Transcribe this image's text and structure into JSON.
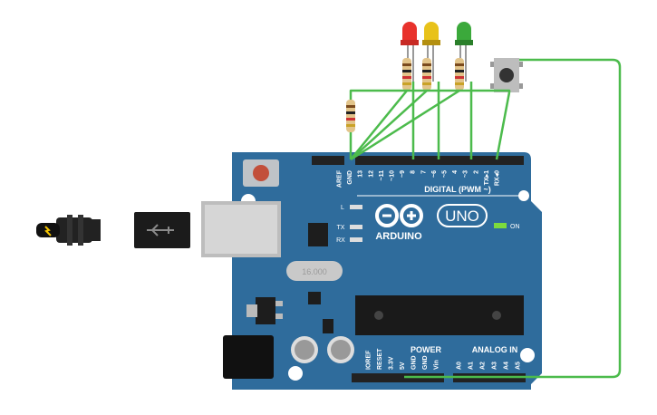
{
  "board": {
    "brand": "ARDUINO",
    "model": "UNO",
    "digital_label": "DIGITAL (PWM ~)",
    "power_label": "POWER",
    "analog_label": "ANALOG IN",
    "on_label": "ON",
    "led_l": "L",
    "led_tx": "TX",
    "led_rx": "RX",
    "crystal_label": "16.000",
    "digital_pins": [
      "AREF",
      "GND",
      "13",
      "12",
      "~11",
      "~10",
      "~9",
      "8",
      "7",
      "~6",
      "~5",
      "4",
      "~3",
      "2",
      "TX▸1",
      "RX◂0"
    ],
    "power_pins": [
      "IOREF",
      "RESET",
      "3.3V",
      "5V",
      "GND",
      "GND",
      "Vin"
    ],
    "analog_pins": [
      "A0",
      "A1",
      "A2",
      "A3",
      "A4",
      "A5"
    ]
  },
  "components": {
    "leds": [
      "red",
      "yellow",
      "green"
    ],
    "colors": {
      "board": "#2f6c9c",
      "wire": "#4cbb4c",
      "led_red": "#e8322c",
      "led_yellow": "#e8c21a",
      "led_green": "#3ba93b",
      "resistor": "#e2c48a"
    }
  }
}
